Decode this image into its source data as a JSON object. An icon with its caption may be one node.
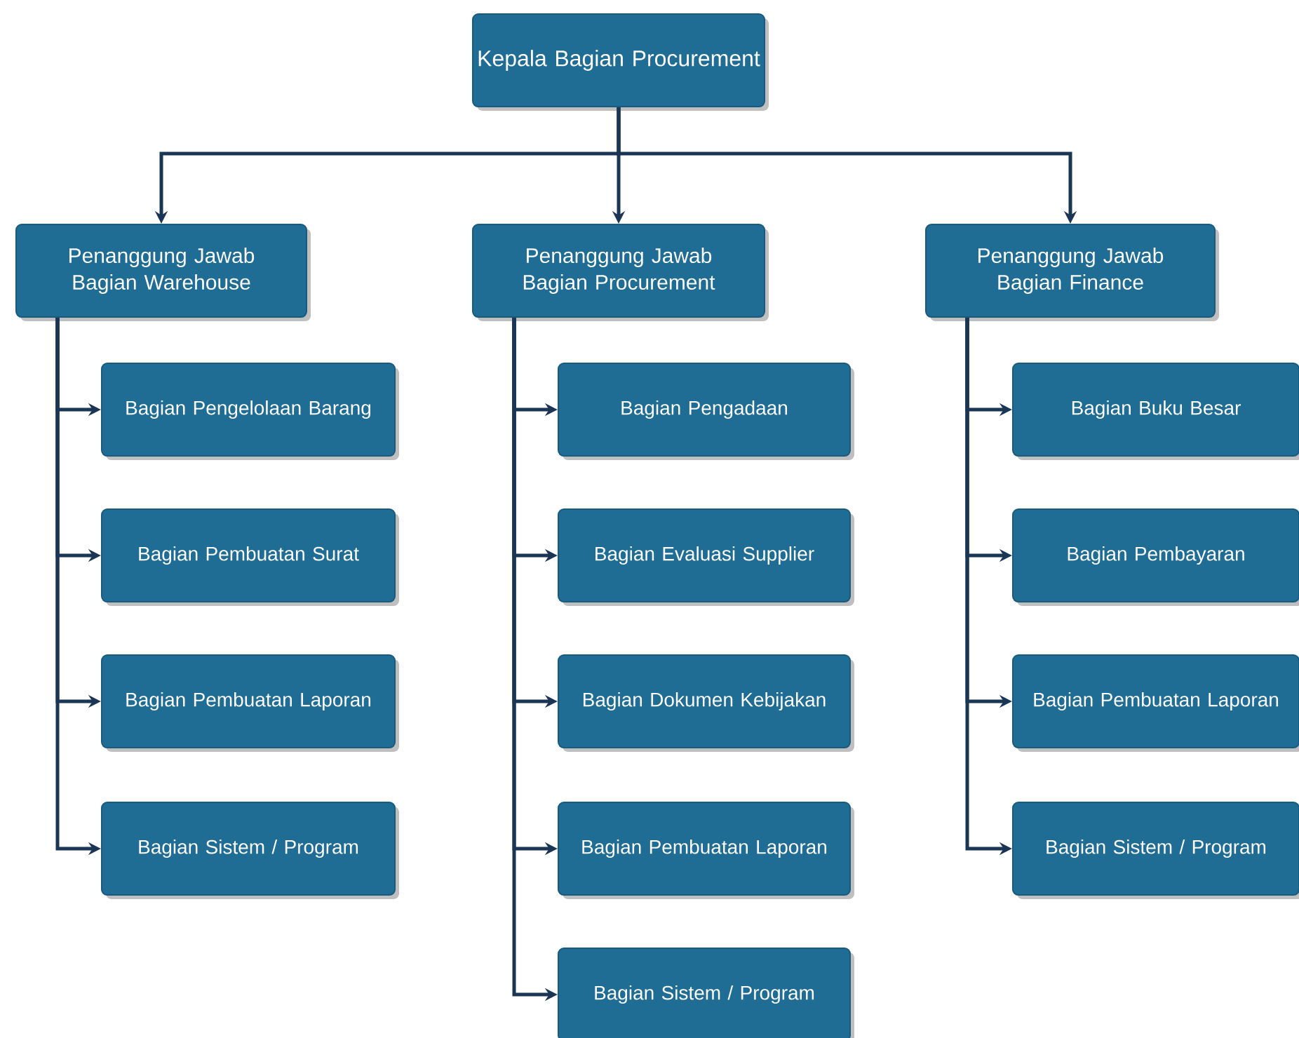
{
  "diagram": {
    "nodes": [
      {
        "text": [
          "Kepala Bagian Procurement"
        ]
      },
      {
        "text": [
          "Penanggung Jawab Bagian Warehouse"
        ]
      },
      {
        "text": [
          "Penanggung Jawab Bagian Procurement"
        ]
      },
      {
        "text": [
          "Penanggung Jawab Bagian Finance"
        ]
      },
      {
        "text": [
          "Bagian Pengelolaan Barang"
        ]
      },
      {
        "text": [
          "Bagian Pembuatan Surat"
        ]
      },
      {
        "text": [
          "Bagian Pembuatan Laporan"
        ]
      },
      {
        "text": [
          "Bagian Sistem / Program"
        ]
      },
      {
        "text": [
          "Bagian Pengadaan"
        ]
      },
      {
        "text": [
          "Bagian Evaluasi Supplier"
        ]
      },
      {
        "text": [
          "Bagian Dokumen Kebijakan"
        ]
      },
      {
        "text": [
          "Bagian Pembuatan Laporan"
        ]
      },
      {
        "text": [
          "Bagian Sistem / Program"
        ]
      },
      {
        "text": [
          "Bagian Buku Besar"
        ]
      },
      {
        "text": [
          "Bagian Pembayaran"
        ]
      },
      {
        "text": [
          "Bagian Pembuatan Laporan"
        ]
      },
      {
        "text": [
          "Bagian Sistem / Program"
        ]
      }
    ],
    "edges": [
      {
        "from": 0,
        "to": 1,
        "arrow": "to"
      },
      {
        "from": 0,
        "to": 2,
        "arrow": "to"
      },
      {
        "from": 0,
        "to": 3,
        "arrow": "to"
      },
      {
        "from": 1,
        "to": 4,
        "arrow": "to"
      },
      {
        "from": 1,
        "to": 5,
        "arrow": "to"
      },
      {
        "from": 1,
        "to": 6,
        "arrow": "to"
      },
      {
        "from": 1,
        "to": 7,
        "arrow": "to"
      },
      {
        "from": 2,
        "to": 8,
        "arrow": "to"
      },
      {
        "from": 2,
        "to": 9,
        "arrow": "to"
      },
      {
        "from": 2,
        "to": 10,
        "arrow": "to"
      },
      {
        "from": 2,
        "to": 11,
        "arrow": "to"
      },
      {
        "from": 2,
        "to": 12,
        "arrow": "to"
      },
      {
        "from": 3,
        "to": 13,
        "arrow": "to"
      },
      {
        "from": 3,
        "to": 14,
        "arrow": "to"
      },
      {
        "from": 3,
        "to": 15,
        "arrow": "to"
      },
      {
        "from": 3,
        "to": 16,
        "arrow": "to"
      }
    ]
  }
}
